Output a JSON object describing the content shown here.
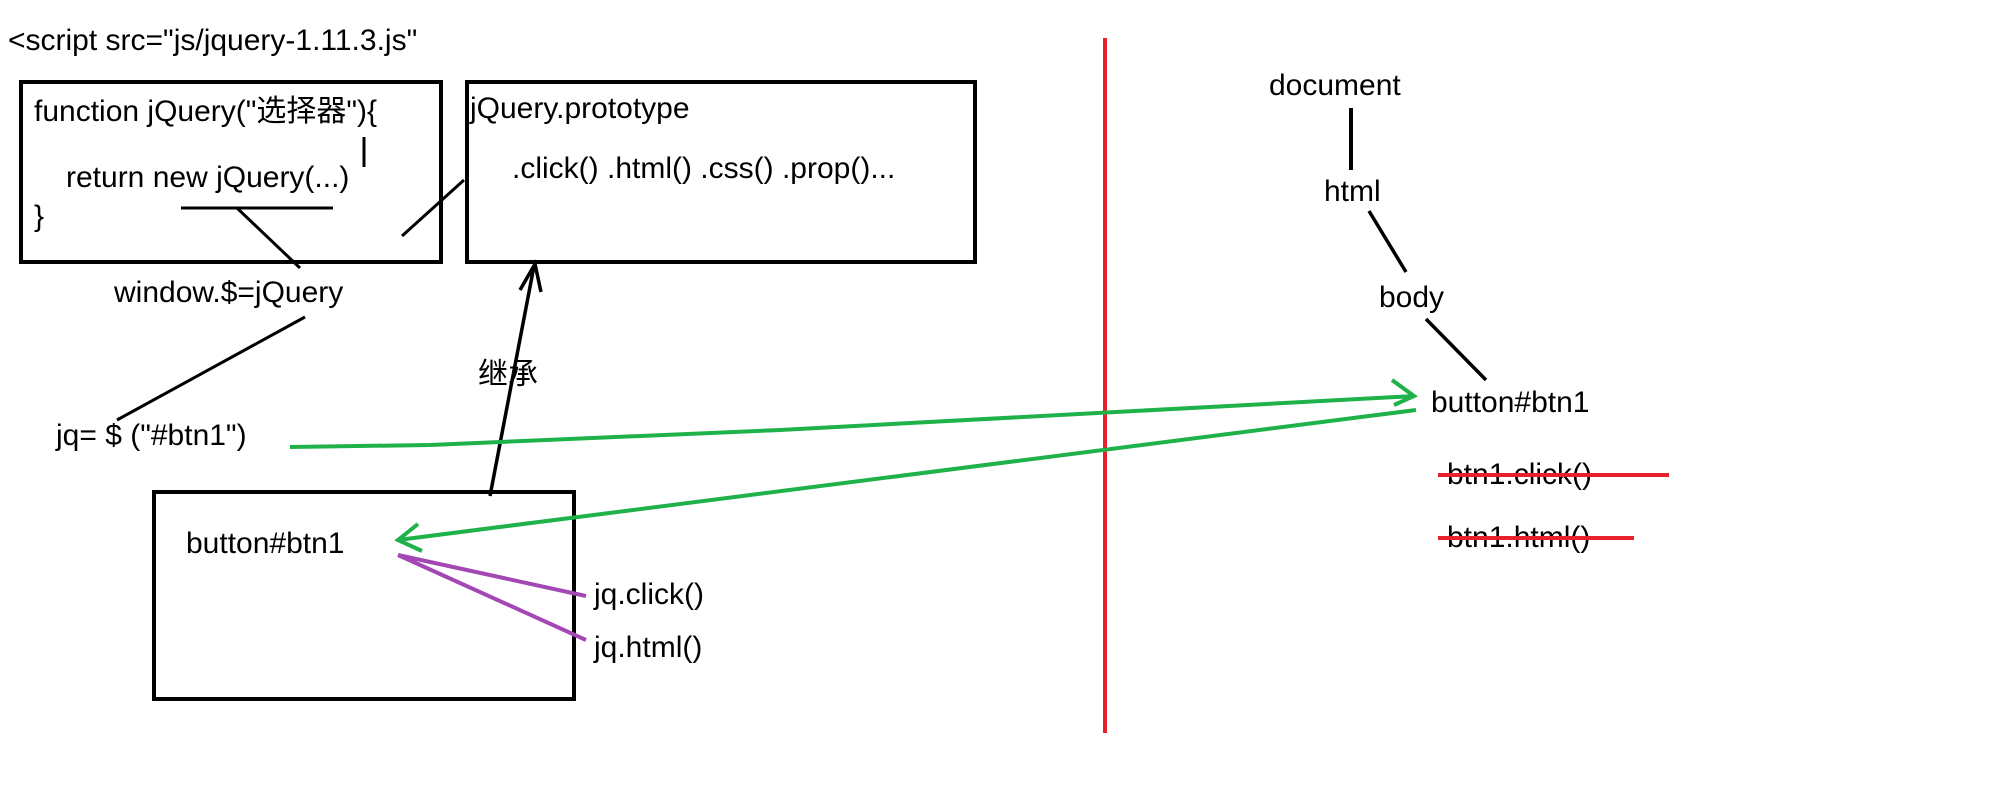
{
  "colors": {
    "ink": "#000000",
    "divider": "#e8202a",
    "green_arrow": "#1fb24a",
    "purple_link": "#a347b5",
    "strike": "#e8202a"
  },
  "left": {
    "script_tag": "<script src=\"js/jquery-1.11.3.js\"",
    "function_box": {
      "line1": "function jQuery(\"选择器\"){",
      "line2": "return new jQuery(...)",
      "line3": "}"
    },
    "prototype_box": {
      "title": "jQuery.prototype",
      "methods": ".click()  .html()  .css()  .prop()..."
    },
    "window_assign": "window.$=jQuery",
    "inherit_label": "继承",
    "jq_call": "jq= $ (\"#btn1\")",
    "object_box": {
      "label": "button#btn1",
      "method1": "jq.click()",
      "method2": "jq.html()"
    }
  },
  "right": {
    "tree": [
      "document",
      "html",
      "body",
      "button#btn1"
    ],
    "struck_methods": [
      "btn1.click()",
      "btn1.html()"
    ]
  }
}
